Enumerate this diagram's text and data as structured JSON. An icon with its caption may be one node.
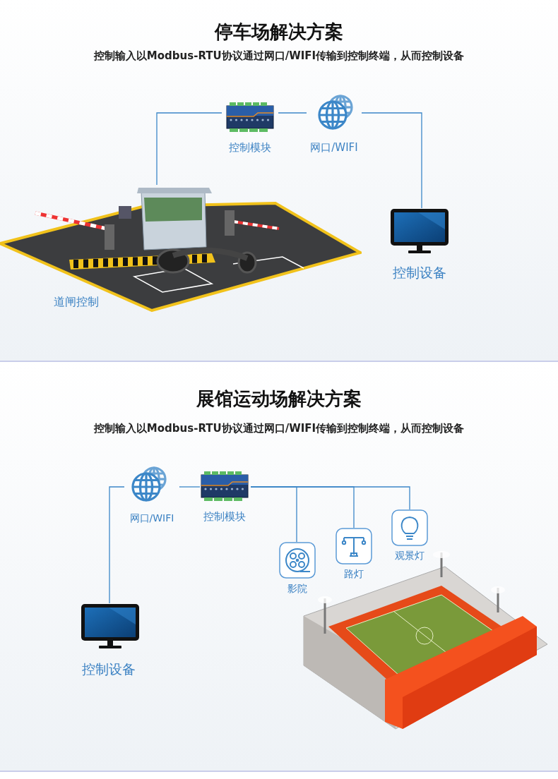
{
  "diagram": {
    "nodes": [
      {
        "text": [
          "控制模块"
        ]
      },
      {
        "text": [
          "网口/WIFI"
        ]
      },
      {
        "text": [
          "道闸控制"
        ]
      },
      {
        "text": [
          "控制设备"
        ]
      },
      {
        "text": [
          "网口/WIFI"
        ]
      },
      {
        "text": [
          "控制模块"
        ]
      },
      {
        "text": [
          "控制设备"
        ]
      },
      {
        "text": [
          "影院"
        ]
      },
      {
        "text": [
          "路灯"
        ]
      },
      {
        "text": [
          "观景灯"
        ]
      }
    ],
    "edges": [
      {
        "from": 2,
        "to": 0,
        "arrow": "none"
      },
      {
        "from": 0,
        "to": 1,
        "arrow": "none"
      },
      {
        "from": 1,
        "to": 3,
        "arrow": "none"
      },
      {
        "from": 6,
        "to": 4,
        "arrow": "none"
      },
      {
        "from": 4,
        "to": 5,
        "arrow": "none"
      },
      {
        "from": 5,
        "to": 7,
        "arrow": "none"
      },
      {
        "from": 5,
        "to": 8,
        "arrow": "none"
      },
      {
        "from": 5,
        "to": 9,
        "arrow": "none"
      }
    ],
    "labels": [
      "停车场解决方案",
      "控制输入以Modbus-RTU协议通过网口/WIFI传输到控制终端，从而控制设备",
      "展馆运动场解决方案",
      "控制输入以Modbus-RTU协议通过网口/WIFI传输到控制终端，从而控制设备"
    ]
  }
}
